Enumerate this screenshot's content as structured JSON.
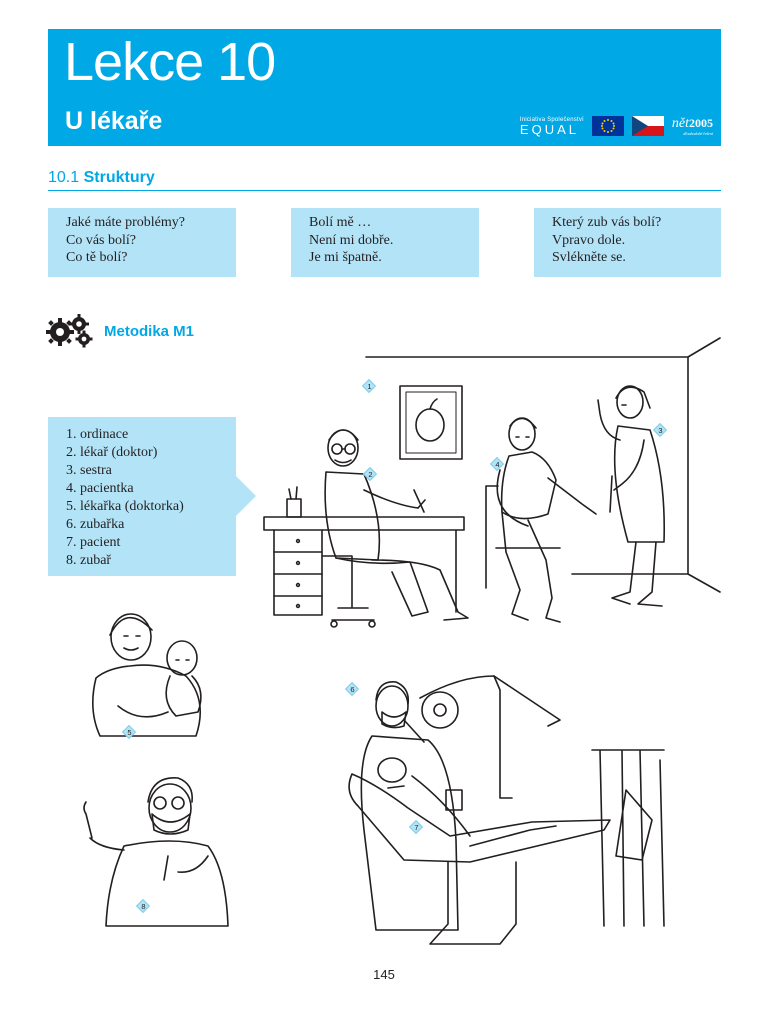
{
  "header": {
    "lesson_title": "Lekce 10",
    "lesson_subtitle": "U lékaře",
    "equal_tagline": "Iniciativa Společenství",
    "equal_word": "EQUAL",
    "net_word": "nět",
    "net_year": "2005",
    "net_tagline": "dlouhodobé řešení",
    "colors": {
      "brand_blue": "#00a8e6",
      "box_blue": "#b3e3f7"
    }
  },
  "section": {
    "number": "10.1",
    "title": "Struktury"
  },
  "phrase_boxes": [
    {
      "lines": [
        "Jaké máte problémy?",
        "Co vás bolí?",
        "Co tě bolí?"
      ]
    },
    {
      "lines": [
        "Bolí mě …",
        "Není mi dobře.",
        "Je mi špatně."
      ]
    },
    {
      "lines": [
        "Který zub vás bolí?",
        "Vpravo dole.",
        "Svlékněte se."
      ]
    }
  ],
  "method": {
    "icon": "gears-icon",
    "label": "Metodika M1"
  },
  "vocabulary": [
    "1. ordinace",
    "2. lékař (doktor)",
    "3. sestra",
    "4. pacientka",
    "5. lékařka (doktorka)",
    "6. zubařka",
    "7. pacient",
    "8. zubař"
  ],
  "markers": [
    "1",
    "2",
    "3",
    "4",
    "5",
    "6",
    "7",
    "8"
  ],
  "page_number": "145"
}
